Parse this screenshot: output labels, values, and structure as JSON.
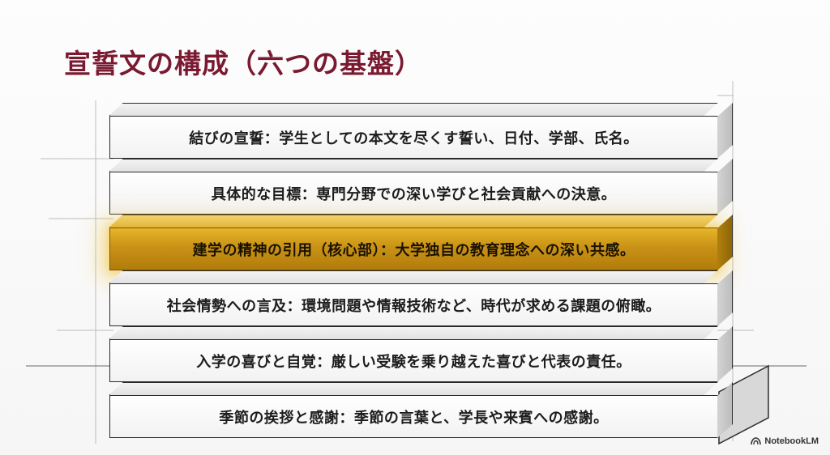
{
  "title": "宣誓文の構成（六つの基盤）",
  "colors": {
    "title": "#7a1a31",
    "highlight": "#c99216",
    "block": "#f2f2f2"
  },
  "blocks": [
    {
      "text": "結びの宣誓：学生としての本文を尽くす誓い、日付、学部、氏名。",
      "highlighted": false
    },
    {
      "text": "具体的な目標：専門分野での深い学びと社会貢献への決意。",
      "highlighted": false
    },
    {
      "text": "建学の精神の引用（核心部）：大学独自の教育理念への深い共感。",
      "highlighted": true
    },
    {
      "text": "社会情勢への言及：環境問題や情報技術など、時代が求める課題の俯瞰。",
      "highlighted": false
    },
    {
      "text": "入学の喜びと自覚：厳しい受験を乗り越えた喜びと代表の責任。",
      "highlighted": false
    },
    {
      "text": "季節の挨拶と感謝：季節の言葉と、学長や来賓への感謝。",
      "highlighted": false
    }
  ],
  "branding": {
    "logo_icon": "notebooklm-icon",
    "text": "NotebookLM"
  }
}
